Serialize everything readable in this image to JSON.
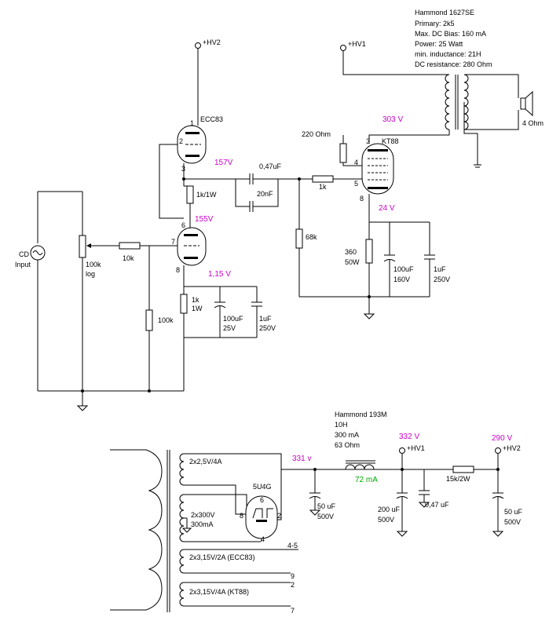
{
  "hammond_spec": [
    "Hammond 1627SE",
    "Primary: 2k5",
    "Max. DC Bias: 160 mA",
    "Power: 25 Watt",
    "min. inductance: 21H",
    "DC resistance: 280 Ohm"
  ],
  "rails": {
    "hv1": "+HV1",
    "hv2": "+HV2"
  },
  "tubes": {
    "ecc83": "ECC83",
    "kt88": "KT88",
    "rect": "5U4G"
  },
  "pins": {
    "ecc_upper_plate": "1",
    "ecc_upper_grid": "2",
    "ecc_upper_cath": "3",
    "ecc_lower_plate": "6",
    "ecc_lower_grid": "7",
    "ecc_lower_cath": "8",
    "kt_plate": "3",
    "kt_g2": "4",
    "kt_g1": "5",
    "kt_cath": "8",
    "rect_6": "6",
    "rect_8": "8",
    "rect_2": "2",
    "rect_4": "4"
  },
  "components": {
    "r_1k1w": "1k/1W",
    "c_047": "0,47uF",
    "c_20n": "20nF",
    "r_1k_grid": "1k",
    "r_220": "220 Ohm",
    "r_68k": "68k",
    "r_360": "360",
    "r_360w": "50W",
    "c_100u_out": "100uF",
    "c_100u_out_v": "160V",
    "c_1u_out": "1uF",
    "c_1u_out_v": "250V",
    "r_10k": "10k",
    "pot": "100k",
    "pot_log": "log",
    "input_cd": "CD",
    "input_label": "Input",
    "r_1k_cath": "1k",
    "r_1k_cath_w": "1W",
    "c_100u_in": "100uF",
    "c_100u_in_v": "25V",
    "c_1u_in": "1uF",
    "c_1u_in_v": "250V",
    "r_100k": "100k",
    "speaker": "4 Ohm"
  },
  "voltages": {
    "v303": "303 V",
    "v157": "157V",
    "v155": "155V",
    "v24": "24 V",
    "v115": "1,15 V",
    "v331": "331 v",
    "v332": "332 V",
    "v290": "290 V"
  },
  "psu": {
    "choke": [
      "Hammond 193M",
      "10H",
      "300 mA",
      "63 Ohm"
    ],
    "current": "72 mA",
    "sec_fil1": "2x2,5V/4A",
    "sec_hv": "2x300V",
    "sec_hv_i": "300mA",
    "sec_fil2": "2x3,15V/2A (ECC83)",
    "sec_fil3": "2x3,15V/4A (KT88)",
    "c_50u_a": "50 uF",
    "c_50u_a_v": "500V",
    "c_200u": "200 uF",
    "c_200u_v": "500V",
    "c_047": "0,47 uF",
    "r_15k": "15k/2W",
    "c_50u_b": "50 uF",
    "c_50u_b_v": "500V",
    "pin_45": "4-5",
    "pin_9": "9",
    "pin_2": "2",
    "pin_7": "7"
  }
}
